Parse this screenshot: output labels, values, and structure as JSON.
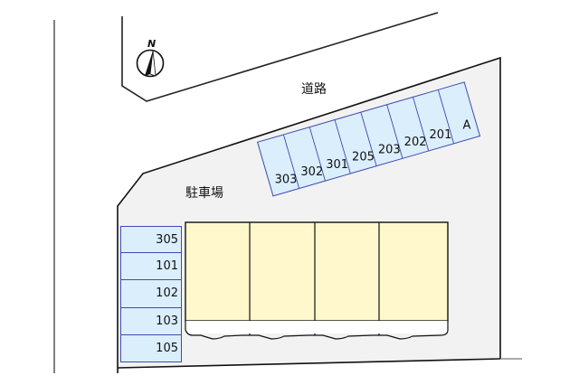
{
  "diagram": {
    "type": "site-parking-layout",
    "compass": {
      "label": "N",
      "icon": "north-arrow-icon"
    },
    "labels": {
      "road": "道路",
      "parking_lot": "駐車場"
    },
    "colors": {
      "parking_slot_fill": "#dbeefb",
      "parking_slot_border": "#3f4bb0",
      "building_fill": "#fff8cc",
      "lot_fill": "#f2f2f2",
      "boundary_line": "#111111",
      "left_line": "#808080"
    },
    "angled_parking": {
      "slots": [
        "303",
        "302",
        "301",
        "205",
        "203",
        "202",
        "201",
        "A"
      ]
    },
    "left_parking": {
      "slots": [
        "305",
        "101",
        "102",
        "103",
        "105"
      ]
    },
    "buildings": {
      "unit_count": 4
    }
  }
}
